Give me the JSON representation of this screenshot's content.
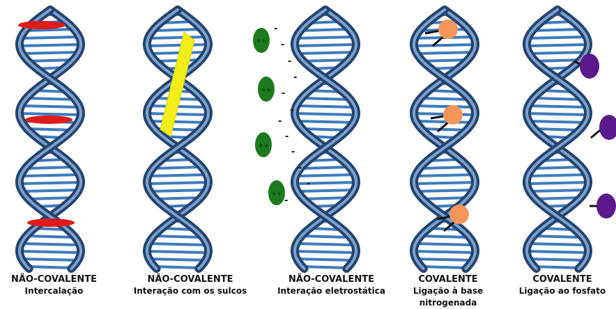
{
  "panels": [
    {
      "title": "NÃO-COVALENTE",
      "subtitle": "Intercalação",
      "ligand": "intercalator",
      "ligand_color": "#e01b1b"
    },
    {
      "title": "NÃO-COVALENTE",
      "subtitle": "Interação com os sulcos",
      "ligand": "groove-binder",
      "ligand_color": "#f2ee1c"
    },
    {
      "title": "NÃO-COVALENTE",
      "subtitle": "Interação eletrostática",
      "ligand": "cation",
      "ligand_color": "#1d7a1d",
      "ligand_symbol": "++",
      "charge_symbol": "-"
    },
    {
      "title": "COVALENTE",
      "subtitle": "Ligação à base nitrogenada",
      "ligand": "base-adduct",
      "ligand_color": "#f4955a"
    },
    {
      "title": "COVALENTE",
      "subtitle": "Ligação ao fosfato",
      "ligand": "phosphate-adduct",
      "ligand_color": "#5a1a8c"
    }
  ],
  "colors": {
    "backbone": "#24446f",
    "backbone_highlight": "#8db3de",
    "base_pair": "#3d7bbd"
  }
}
